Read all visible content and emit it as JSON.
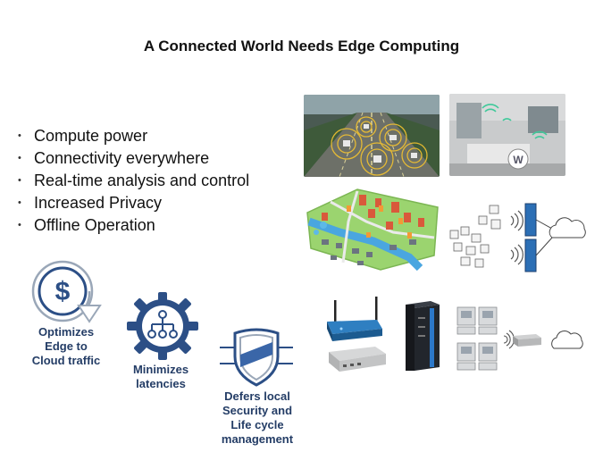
{
  "slide": {
    "title": "A Connected World Needs Edge Computing",
    "bullets": [
      "Compute power",
      "Connectivity everywhere",
      "Real-time analysis and control",
      "Increased Privacy",
      "Offline Operation"
    ],
    "benefits": [
      {
        "line1": "Optimizes",
        "line2": "Edge to",
        "line3": "Cloud traffic",
        "icon": "dollar-recycle-icon"
      },
      {
        "line1": "Minimizes",
        "line2": "latencies",
        "icon": "gear-network-icon"
      },
      {
        "line1": "Defers local",
        "line2": "Security  and",
        "line3": "Life cycle",
        "line4": "management",
        "icon": "shield-icon"
      }
    ],
    "colors": {
      "accent": "#2c4f86",
      "caption": "#243d66"
    }
  }
}
